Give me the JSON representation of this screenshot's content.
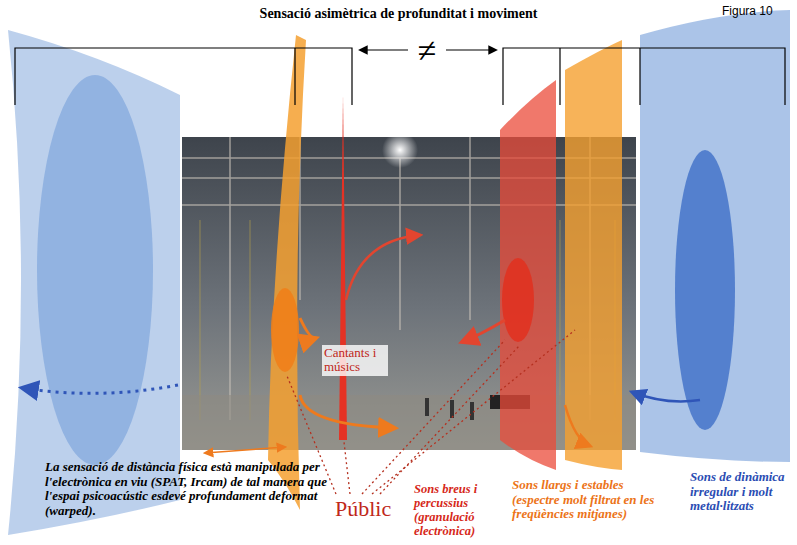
{
  "diagram": {
    "title": "Sensació asimètrica de profunditat i moviment",
    "labels": [
      "Figura 10",
      "≠",
      "Cantants i músics",
      "La sensació de distància física està manipulada per l'electrònica en viu (SPAT, Ircam) de tal manera que l'espai psicoacústic esdevé profundament deformat (warped).",
      "Públic",
      "Sons breus i percussius (granulació electrònica)",
      "Sons llargs i estables (espectre molt filtrat en les freqüències mitjanes)",
      "Sons de dinàmica irregular i molt metal·litzats"
    ]
  }
}
